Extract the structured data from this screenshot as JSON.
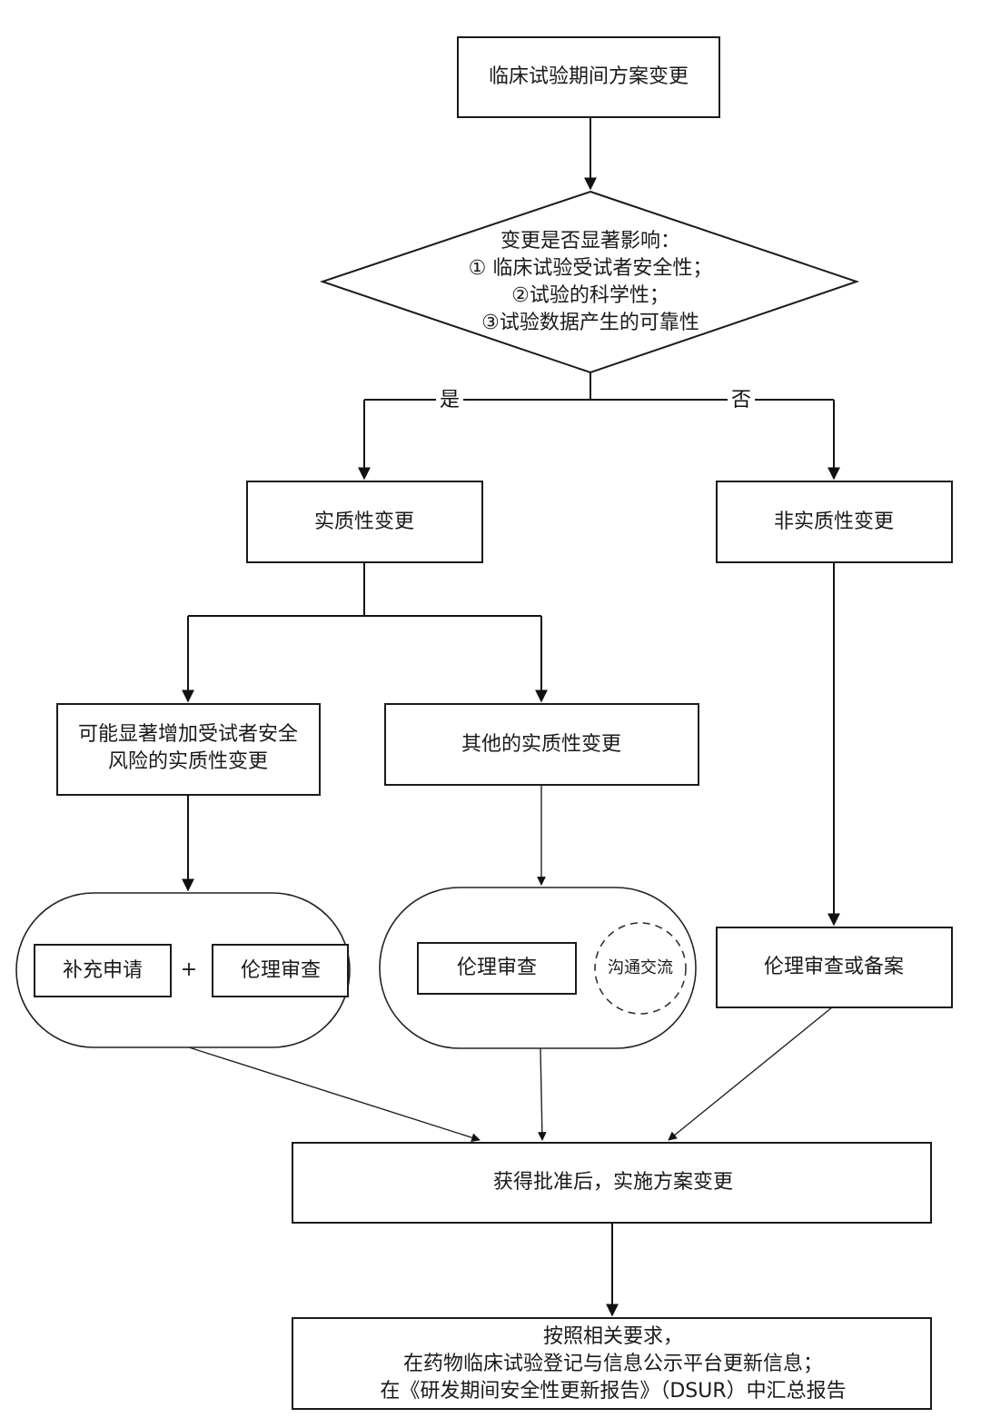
{
  "diagram": {
    "start": {
      "label": "临床试验期间方案变更"
    },
    "decision": {
      "lines": [
        "变更是否显著影响：",
        "① 临床试验受试者安全性；",
        "②试验的科学性；",
        "③试验数据产生的可靠性"
      ],
      "yes_label": "是",
      "no_label": "否"
    },
    "substantial": {
      "label": "实质性变更"
    },
    "non_substantial": {
      "label": "非实质性变更"
    },
    "high_risk": {
      "lines": [
        "可能显著增加受试者安全",
        "风险的实质性变更"
      ]
    },
    "other_substantial": {
      "label": "其他的实质性变更"
    },
    "group_left": {
      "supplement": "补充申请",
      "plus": "+",
      "ethics": "伦理审查"
    },
    "group_middle": {
      "ethics": "伦理审查",
      "communication": "沟通交流"
    },
    "ethics_or_filing": {
      "label": "伦理审查或备案"
    },
    "implement": {
      "label": "获得批准后，实施方案变更"
    },
    "final": {
      "lines": [
        "按照相关要求，",
        "在药物临床试验登记与信息公示平台更新信息；",
        "在《研发期间安全性更新报告》（DSUR）中汇总报告"
      ]
    }
  }
}
